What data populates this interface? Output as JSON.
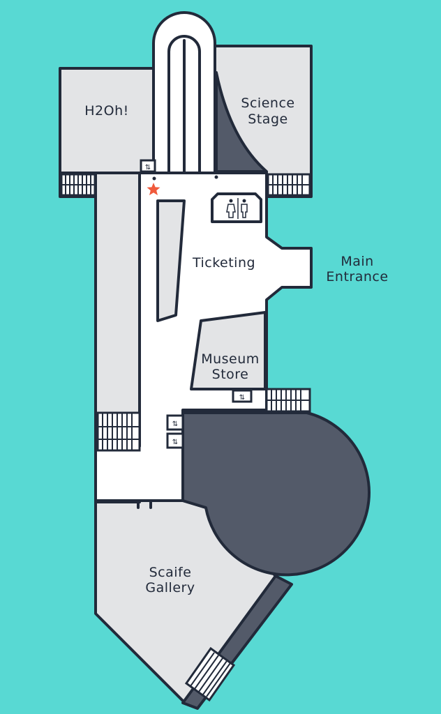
{
  "rooms": {
    "h2oh": "H2Oh!",
    "science_stage_line1": "Science",
    "science_stage_line2": "Stage",
    "ticketing": "Ticketing",
    "main_entrance_line1": "Main",
    "main_entrance_line2": "Entrance",
    "museum_store_line1": "Museum",
    "museum_store_line2": "Store",
    "scaife_gallery_line1": "Scaife",
    "scaife_gallery_line2": "Gallery"
  },
  "markers": {
    "you_are_here_icon": "red-star",
    "elevator_icon": "up-down-arrows",
    "restroom_icon": "restroom-women-men"
  },
  "colors": {
    "background": "#58d9d3",
    "room_fill": "#e3e4e6",
    "corridor_fill": "#ffffff",
    "dark_area": "#535a69",
    "wall": "#222a3a",
    "marker": "#f05a3c"
  }
}
